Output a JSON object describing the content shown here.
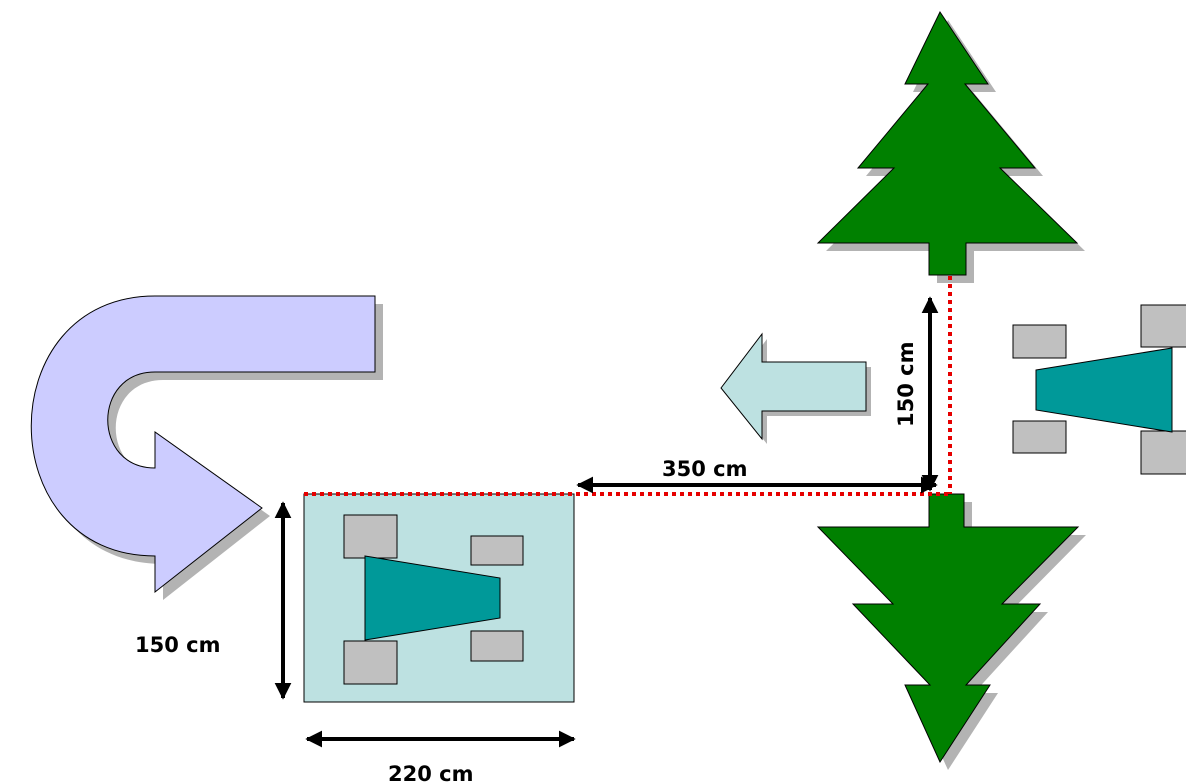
{
  "labels": {
    "width_label": "150 cm",
    "length_label": "220 cm",
    "distance_label": "350 cm",
    "tree_gap_label": "150 cm"
  },
  "colors": {
    "tree": "#008000",
    "tree_shadow": "#b3b3b3",
    "space_fill": "#bde1e1",
    "car_body": "#009999",
    "wheel": "#c0c0c0",
    "curved_arrow": "#ccccff",
    "straight_arrow": "#bde1e1",
    "guide_line": "#e60000",
    "dimension_arrow": "#000000"
  }
}
